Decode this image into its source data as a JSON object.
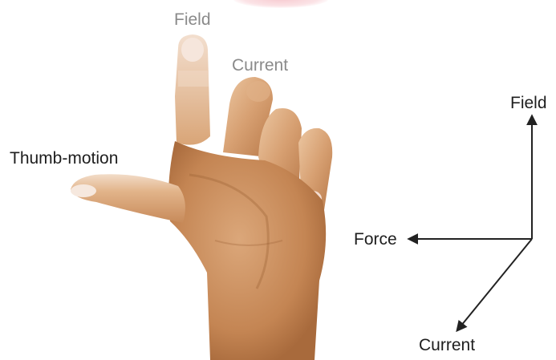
{
  "hand": {
    "labels": {
      "field": "Field",
      "current": "Current",
      "thumb": "Thumb-motion"
    }
  },
  "axes": {
    "labels": {
      "field": "Field",
      "force": "Force",
      "current": "Current"
    },
    "arrow_color": "#222222"
  },
  "colors": {
    "skin_light": "#e6bb93",
    "skin_mid": "#c98f60",
    "skin_shadow": "#a96a3d",
    "nail": "#f3ddd2"
  }
}
